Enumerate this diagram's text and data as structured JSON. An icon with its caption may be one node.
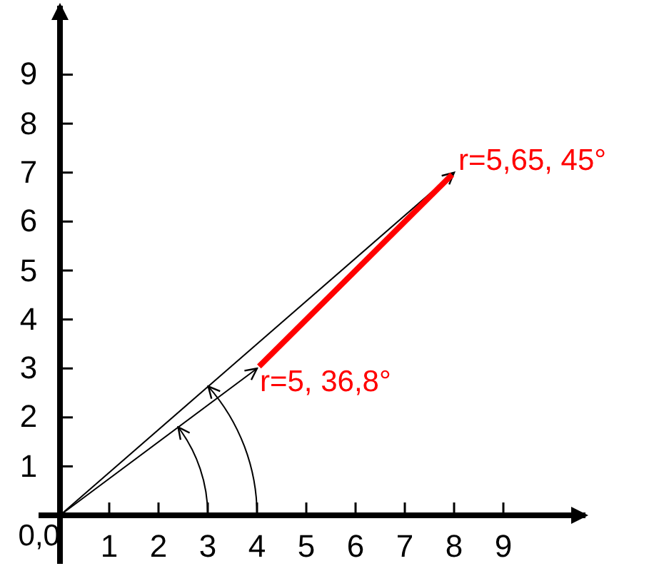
{
  "diagram": {
    "nodes": [
      {
        "text": [
          "0,0"
        ]
      },
      {
        "text": [
          "r=5, 36,8°"
        ]
      },
      {
        "text": [
          "r=5,65, 45°"
        ]
      }
    ],
    "edges": [
      {
        "from": 0,
        "to": 1,
        "arrow": "to"
      },
      {
        "from": 0,
        "to": 2,
        "arrow": "to"
      },
      {
        "from": 1,
        "to": 2,
        "arrow": "none",
        "style": "thick",
        "color": "#ff0000"
      }
    ],
    "labels": [
      "9",
      "8",
      "7",
      "6",
      "5",
      "4",
      "3",
      "2",
      "1",
      "1",
      "2",
      "3",
      "4",
      "5",
      "6",
      "7",
      "8",
      "9"
    ]
  }
}
